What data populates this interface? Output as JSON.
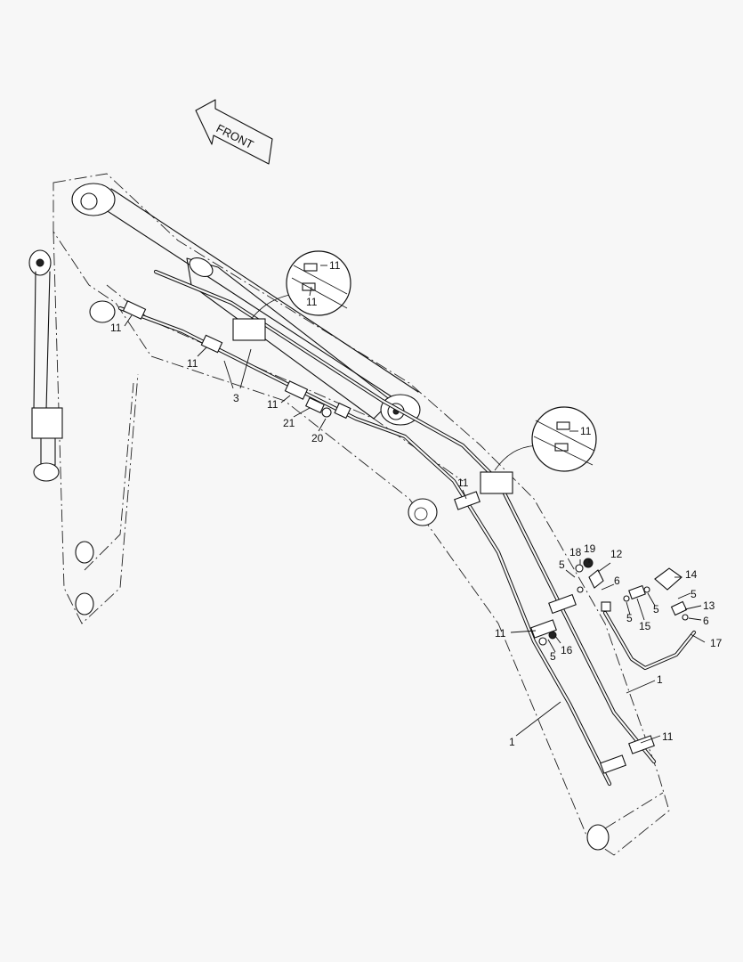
{
  "direction_arrow": {
    "text": "FRONT",
    "icon": "arrow-left-icon"
  },
  "callouts": [
    {
      "id": "c1",
      "text": "11"
    },
    {
      "id": "c2",
      "text": "11"
    },
    {
      "id": "c3",
      "text": "3"
    },
    {
      "id": "c4",
      "text": "11"
    },
    {
      "id": "c5",
      "text": "21"
    },
    {
      "id": "c6",
      "text": "20"
    },
    {
      "id": "c7",
      "text": "11"
    },
    {
      "id": "c8",
      "text": "18"
    },
    {
      "id": "c9",
      "text": "19"
    },
    {
      "id": "c10",
      "text": "12"
    },
    {
      "id": "c11",
      "text": "5"
    },
    {
      "id": "c12",
      "text": "6"
    },
    {
      "id": "c13",
      "text": "14"
    },
    {
      "id": "c14",
      "text": "5"
    },
    {
      "id": "c15",
      "text": "5"
    },
    {
      "id": "c16",
      "text": "13"
    },
    {
      "id": "c17",
      "text": "5"
    },
    {
      "id": "c18",
      "text": "15"
    },
    {
      "id": "c19",
      "text": "6"
    },
    {
      "id": "c20",
      "text": "17"
    },
    {
      "id": "c21",
      "text": "11"
    },
    {
      "id": "c22",
      "text": "5"
    },
    {
      "id": "c23",
      "text": "16"
    },
    {
      "id": "c24",
      "text": "1"
    },
    {
      "id": "c25",
      "text": "1"
    },
    {
      "id": "c26",
      "text": "11"
    }
  ],
  "detail_views": [
    {
      "id": "d1",
      "labels": [
        "11",
        "11"
      ]
    },
    {
      "id": "d2",
      "labels": [
        "11"
      ]
    }
  ]
}
